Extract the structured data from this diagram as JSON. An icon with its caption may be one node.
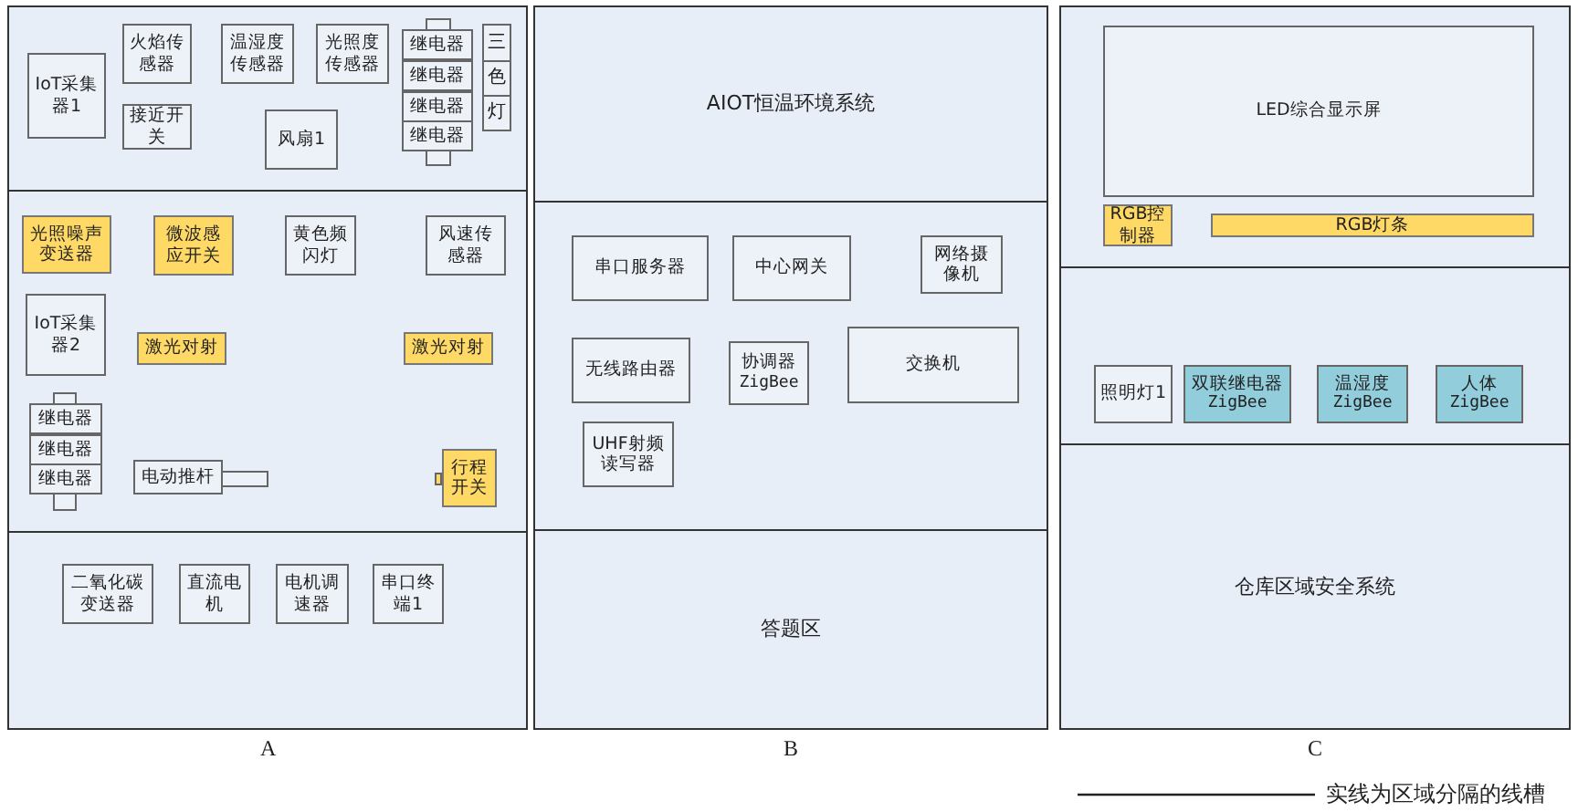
{
  "diagram": {
    "nodes": [
      {
        "text": [],
        "shape": "box"
      },
      {
        "text": [
          "IoT采集器1"
        ],
        "in": 0
      },
      {
        "text": [
          "火焰传感器"
        ],
        "in": 0
      },
      {
        "text": [
          "温湿度传感器"
        ],
        "in": 0
      },
      {
        "text": [
          "光照度传感器"
        ],
        "in": 0
      },
      {
        "text": [
          "继电器"
        ],
        "in": 0
      },
      {
        "text": [
          "继电器"
        ],
        "in": 0
      },
      {
        "text": [
          "继电器"
        ],
        "in": 0
      },
      {
        "text": [
          "继电器"
        ],
        "in": 0
      },
      {
        "text": [
          "三色灯"
        ],
        "in": 0
      },
      {
        "text": [
          "接近开关"
        ],
        "in": 0
      },
      {
        "text": [
          "风扇1"
        ],
        "in": 0
      },
      {
        "text": [],
        "shape": "box"
      },
      {
        "text": [
          "光照噪声变送器"
        ],
        "in": 12
      },
      {
        "text": [
          "微波感应开关"
        ],
        "in": 12
      },
      {
        "text": [
          "黄色频闪灯"
        ],
        "in": 12
      },
      {
        "text": [
          "风速传感器"
        ],
        "in": 12
      },
      {
        "text": [
          "IoT采集器2"
        ],
        "in": 12
      },
      {
        "text": [
          "激光对射"
        ],
        "in": 12
      },
      {
        "text": [
          "激光对射"
        ],
        "in": 12
      },
      {
        "text": [
          "继电器"
        ],
        "in": 12
      },
      {
        "text": [
          "继电器"
        ],
        "in": 12
      },
      {
        "text": [
          "继电器"
        ],
        "in": 12
      },
      {
        "text": [
          "电动推杆"
        ],
        "in": 12
      },
      {
        "text": [
          "行程开关"
        ],
        "in": 12
      },
      {
        "text": [],
        "shape": "box",
        "beside": [
          "A"
        ]
      },
      {
        "text": [
          "二氧化碳变送器"
        ],
        "in": 25
      },
      {
        "text": [
          "直流电机"
        ],
        "in": 25
      },
      {
        "text": [
          "电机调速器"
        ],
        "in": 25
      },
      {
        "text": [
          "串口终端1"
        ],
        "in": 25
      },
      {
        "text": [
          "AIOT恒温环境系统"
        ]
      },
      {
        "text": [],
        "shape": "box"
      },
      {
        "text": [
          "串口服务器"
        ],
        "in": 31
      },
      {
        "text": [
          "中心网关"
        ],
        "in": 31
      },
      {
        "text": [
          "网络摄像机"
        ],
        "in": 31
      },
      {
        "text": [
          "无线路由器"
        ],
        "in": 31
      },
      {
        "text": [
          "协调器",
          "ZigBee"
        ],
        "in": 31
      },
      {
        "text": [
          "交换机"
        ],
        "in": 31
      },
      {
        "text": [
          "UHF射频读写器"
        ],
        "in": 31
      },
      {
        "text": [
          "答题区"
        ],
        "beside": [
          "B"
        ]
      },
      {
        "text": [],
        "shape": "box"
      },
      {
        "text": [
          "LED综合显示屏"
        ],
        "in": 40
      },
      {
        "text": [
          "RGB控制器"
        ],
        "in": 40
      },
      {
        "text": [
          "RGB灯条"
        ],
        "in": 40
      },
      {
        "text": [],
        "shape": "box"
      },
      {
        "text": [
          "照明灯1"
        ],
        "in": 44
      },
      {
        "text": [
          "双联继电器",
          "ZigBee"
        ],
        "in": 44
      },
      {
        "text": [
          "温湿度",
          "ZigBee"
        ],
        "in": 44
      },
      {
        "text": [
          "人体",
          "ZigBee"
        ],
        "in": 44
      },
      {
        "text": [
          "仓库区域安全系统"
        ],
        "beside": [
          "C"
        ]
      }
    ],
    "legend": [
      {
        "text": "实线为区域分隔的线槽"
      }
    ]
  }
}
